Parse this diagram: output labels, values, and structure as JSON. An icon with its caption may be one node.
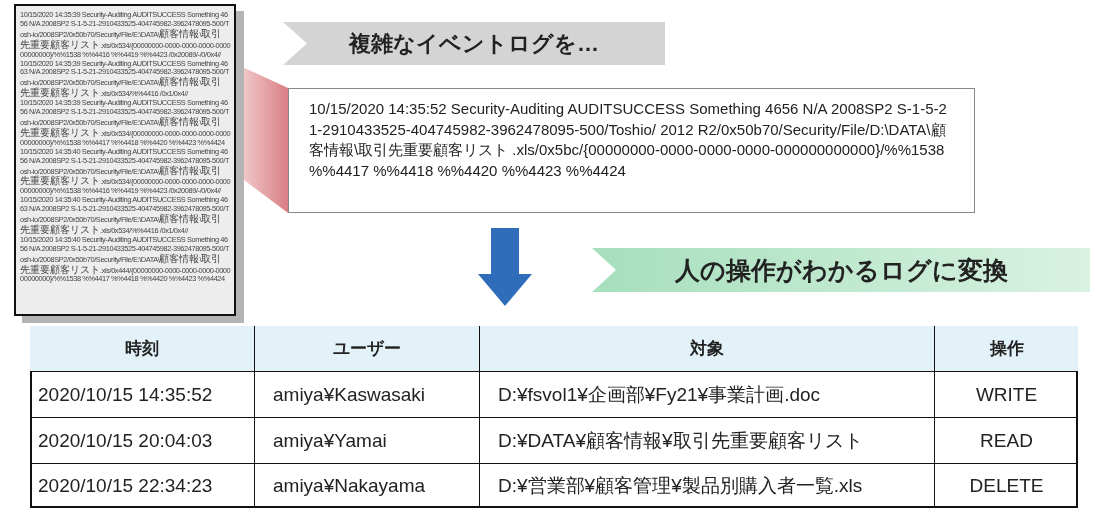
{
  "diagram": {
    "nodes": [
      {
        "text": [
          "10/15/2020 14:35:39 Security-Auditing AUDITSUCCESS Something 4656 N/A 2008SP2 S-1-5-21-2910433525-404745982-3962478095-500/Tosh-io/2008SP2/0x50b70/Security/File/E:\\DATA\\顧客情報\\取引先重要顧客リスト.xls/0x534/{00000000-0000-0000-0000-000000000000}/%%1538 %%4416 %%4419 %%4423 /0x20089/-/0/0x4//",
          "10/15/2020 14:35:39 Security-Auditing AUDITSUCCESS Something 4663 N/A 2008SP2 S-1-5-21-2910433525-404745982-3962478095-500/Tosh-io/2008SP2/0x50b70/Security/File/E:\\DATA\\顧客情報\\取引先重要顧客リスト.xls/0x534/%%4416 /0x1/0x4//",
          "10/15/2020 14:35:39 Security-Auditing AUDITSUCCESS Something 4656 N/A 2008SP2 S-1-5-21-2910433525-404745982-3962478095-500/Tosh-io/2008SP2/0x50b70/Security/File/E:\\DATA\\顧客情報\\取引先重要顧客リスト.xls/0x534/{00000000-0000-0000-0000-000000000000}/%%1538 %%4417 %%4418 %%4420 %%4423 %%4424",
          "10/15/2020 14:35:40 Security-Auditing AUDITSUCCESS Something 4656 N/A 2008SP2 S-1-5-21-2910433525-404745982-3962478095-500/Tosh-io/2008SP2/0x50b70/Security/File/E:\\DATA\\顧客情報\\取引先重要顧客リスト.xls/0x534/{00000000-0000-0000-0000-000000000000}/%%1538 %%4416 %%4419 %%4423 /0x20089/-/0/0x4//",
          "10/15/2020 14:35:40 Security-Auditing AUDITSUCCESS Something 4663 N/A 2008SP2 S-1-5-21-2910433525-404745982-3962478095-500/Tosh-io/2008SP2/0x50b70/Security/File/E:\\DATA\\顧客情報\\取引先重要顧客リスト.xls/0x534/%%4416 /0x1/0x4//",
          "10/15/2020 14:35:40 Security-Auditing AUDITSUCCESS Something 4656 N/A 2008SP2 S-1-5-21-2910433525-404745982-3962478095-500/Tosh-io/2008SP2/0x50b70/Security/File/E:\\DATA\\顧客情報\\取引先重要顧客リスト.xls/0x444/{00000000-0000-0000-0000-000000000000}/%%1538 %%4417 %%4418 %%4420 %%4423 %%4424"
        ]
      },
      {
        "text": [
          "10/15/2020 14:35:52 Security-Auditing AUDITSUCCESS Something 4656 N/A 2008SP2 S-1-5-21-2910433525-404745982-3962478095-500/Toshio/ 2012 R2/0x50b70/Security/File/D:\\DATA\\顧客情報\\取引先重要顧客リスト .xls/0x5bc/{00000000-0000-0000-0000-000000000000}/%%1538 %%4417 %%4418 %%4420 %%4423 %%4424"
        ]
      },
      {
        "text": [
          "複雑なイベントログを…"
        ]
      },
      {
        "text": [
          "人の操作がわかるログに変換"
        ]
      },
      {
        "text": [
          "時刻",
          "ユーザー",
          "対象",
          "操作",
          "2020/10/15 14:35:52",
          "amiya¥Kaswasaki",
          "D:¥fsvol1¥企画部¥Fy21¥事業計画.doc",
          "WRITE",
          "2020/10/15 20:04:03",
          "amiya¥Yamai",
          "D:¥DATA¥顧客情報¥取引先重要顧客リスト",
          "READ",
          "2020/10/15 22:34:23",
          "amiya¥Nakayama",
          "D:¥営業部¥顧客管理¥製品別購入者一覧.xls",
          "DELETE"
        ]
      }
    ],
    "edges": [
      {
        "from": 0,
        "to": 1,
        "arrow": "none"
      },
      {
        "from": 1,
        "to": 4,
        "arrow": "to"
      }
    ]
  }
}
